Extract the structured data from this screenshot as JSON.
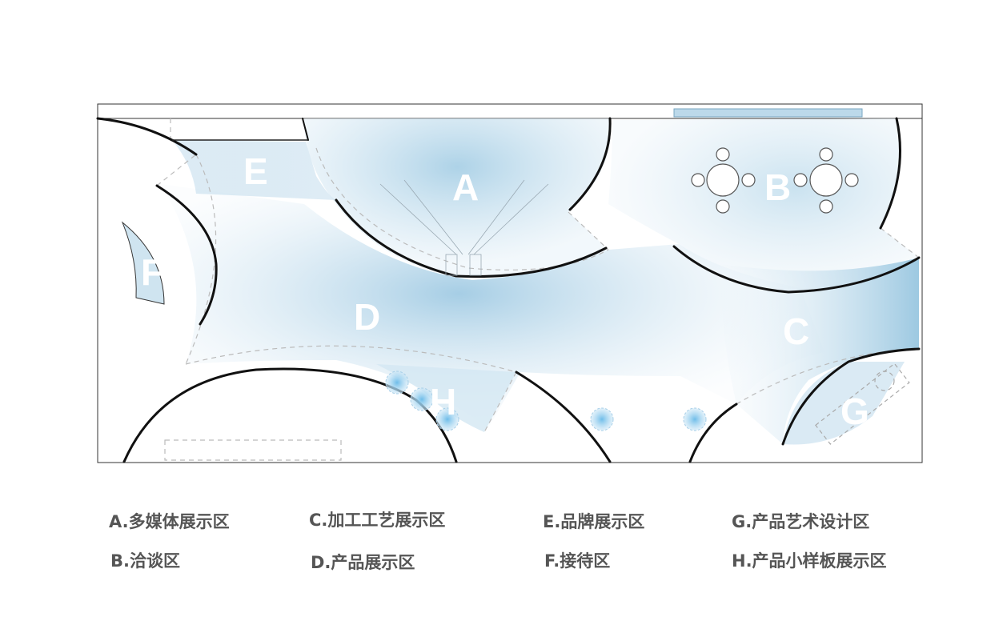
{
  "zones": [
    {
      "id": "A",
      "name": "多媒体展示区"
    },
    {
      "id": "B",
      "name": "洽谈区"
    },
    {
      "id": "C",
      "name": "加工工艺展示区"
    },
    {
      "id": "D",
      "name": "产品展示区"
    },
    {
      "id": "E",
      "name": "品牌展示区"
    },
    {
      "id": "F",
      "name": "接待区"
    },
    {
      "id": "G",
      "name": "产品艺术设计区"
    },
    {
      "id": "H",
      "name": "产品小样板展示区"
    }
  ],
  "legend": [
    "A.多媒体展示区",
    "B.洽谈区",
    "C.加工工艺展示区",
    "D.产品展示区",
    "E.品牌展示区",
    "F.接待区",
    "G.产品艺术设计区",
    "H.产品小样板展示区"
  ],
  "colors": {
    "zone_fill": "#cfe4f0",
    "zone_glow": "#9fc9e2",
    "wall": "#111111",
    "dashed": "#bbbbbb",
    "outline": "#333333",
    "light": "#7fc3ec",
    "legend_text": "#555555"
  }
}
